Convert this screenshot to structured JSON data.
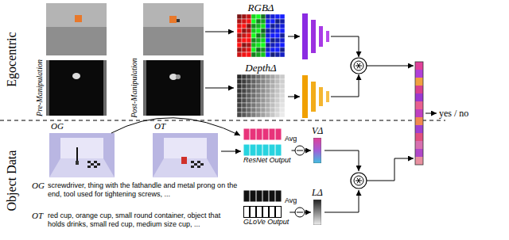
{
  "diagram": {
    "nodes": [
      {
        "text": [
          "RGBΔ"
        ]
      },
      {
        "text": [
          "DepthΔ"
        ]
      },
      {
        "text": [
          "ResNet Output"
        ]
      },
      {
        "text": [
          "VΔ"
        ]
      },
      {
        "text": [
          "GLoVe Output"
        ]
      },
      {
        "text": [
          "LΔ"
        ]
      }
    ],
    "edges": [
      {
        "from": 2,
        "to": 3,
        "arrow": "to"
      },
      {
        "from": 4,
        "to": 5,
        "arrow": "to"
      }
    ],
    "labels": [
      "Egocentric",
      "Object Data",
      "Pre-Manipulation",
      "Post-Manipulation",
      "OG",
      "OT",
      "OG",
      "screwdriver, thing with the fathandle and metal prong on the end, tool used for tightening screws, ...",
      "OT",
      "red cup, orange cup, small round container, object that holds drinks, small red cup, medium size cup, ...",
      "Avg",
      "Avg",
      "yes / no"
    ]
  }
}
